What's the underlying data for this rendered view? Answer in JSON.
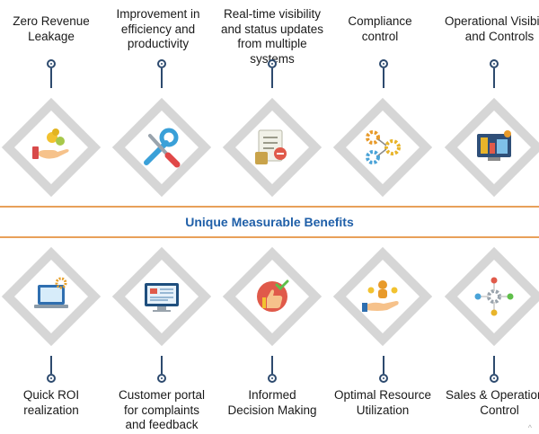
{
  "banner": {
    "title": "Unique Measurable Benefits"
  },
  "top_items": [
    {
      "label": "Zero Revenue\nLeakage",
      "icon": "hand-coins-icon"
    },
    {
      "label": "Improvement  in\nefficiency  and\nproductivity",
      "icon": "wrench-screwdriver-icon"
    },
    {
      "label": "Real-time visibility\nand status updates\nfrom multiple systems",
      "icon": "document-stack-icon"
    },
    {
      "label": "Compliance\ncontrol",
      "icon": "gears-flow-icon"
    },
    {
      "label": "Operational Visibility\nand Controls",
      "icon": "dashboard-monitor-icon"
    }
  ],
  "bottom_items": [
    {
      "label": "Quick ROI\nrealization",
      "icon": "laptop-gear-icon"
    },
    {
      "label": "Customer portal\nfor complaints\nand feedback",
      "icon": "portal-monitor-icon"
    },
    {
      "label": "Informed\nDecision Making",
      "icon": "thumbs-up-check-icon"
    },
    {
      "label": "Optimal Resource\nUtilization",
      "icon": "hand-people-icon"
    },
    {
      "label": "Sales & Operational\nControl",
      "icon": "network-gear-icon"
    }
  ],
  "footer": {
    "mark": "^"
  },
  "colors": {
    "accent_line": "#e8a05a",
    "banner_text": "#1f5fa8",
    "pin": "#2d4a6e",
    "diamond": "#d6d6d6"
  }
}
